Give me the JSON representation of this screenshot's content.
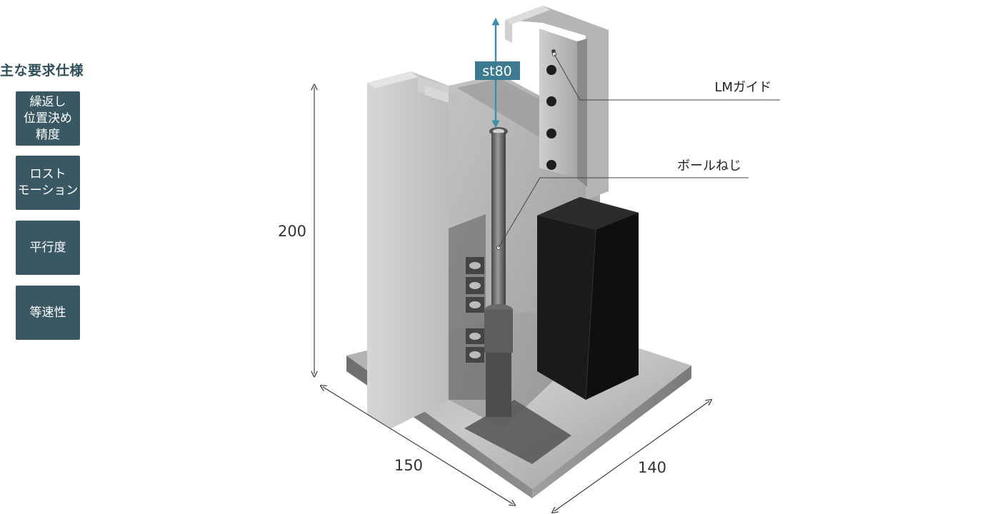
{
  "specs": {
    "title": "主な要求仕様",
    "items": [
      {
        "label": "繰返し\n位置決め\n精度"
      },
      {
        "label": "ロスト\nモーション"
      },
      {
        "label": "平行度"
      },
      {
        "label": "等速性"
      }
    ]
  },
  "diagram": {
    "stroke_label": "st80",
    "callouts": {
      "lm_guide": "LMガイド",
      "ball_screw": "ボールねじ"
    },
    "dimensions": {
      "height": "200",
      "depth": "150",
      "width": "140"
    }
  },
  "colors": {
    "spec_button_bg": "#3a5863",
    "spec_title": "#2e4f5a",
    "stroke_arrow": "#3b8fa6",
    "stroke_label_bg": "#3b7a8f",
    "dimension_line": "#333333",
    "motor": "#161616"
  }
}
